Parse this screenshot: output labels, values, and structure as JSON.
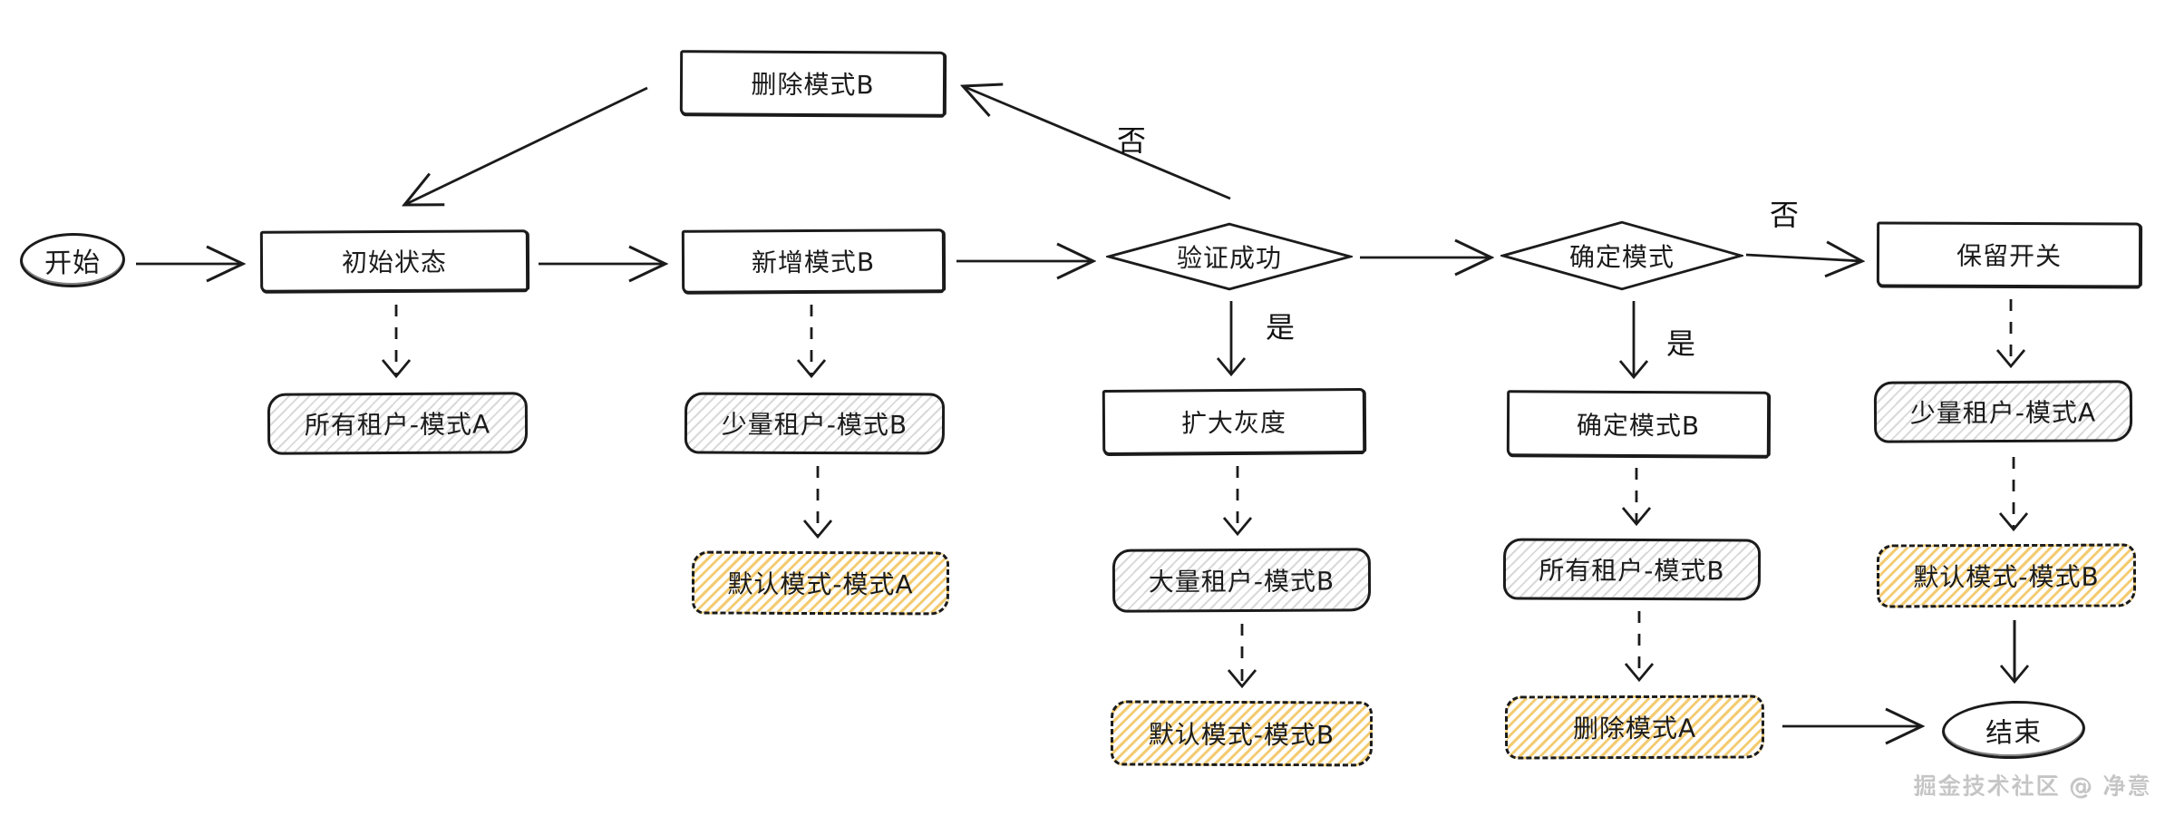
{
  "canvas": {
    "background": "#ffffff",
    "ink_color": "#1b1b1b",
    "gray_hatch_color": "#d9d9d9",
    "yellow_hatch_color": "#f3cb70"
  },
  "nodes": {
    "start": {
      "label": "开始",
      "shape": "ellipse"
    },
    "initial_state": {
      "label": "初始状态",
      "shape": "rect"
    },
    "delete_mode_b": {
      "label": "删除模式B",
      "shape": "rect"
    },
    "add_mode_b": {
      "label": "新增模式B",
      "shape": "rect"
    },
    "validate_success": {
      "label": "验证成功",
      "shape": "diamond"
    },
    "confirm_mode": {
      "label": "确定模式",
      "shape": "diamond"
    },
    "keep_switch": {
      "label": "保留开关",
      "shape": "rect"
    },
    "all_tenants_mode_a": {
      "label": "所有租户-模式A",
      "shape": "rounded-hatch-gray"
    },
    "few_tenants_mode_b": {
      "label": "少量租户-模式B",
      "shape": "rounded-hatch-gray"
    },
    "expand_gray": {
      "label": "扩大灰度",
      "shape": "rect"
    },
    "confirm_mode_b": {
      "label": "确定模式B",
      "shape": "rect"
    },
    "few_tenants_mode_a": {
      "label": "少量租户-模式A",
      "shape": "rounded-hatch-gray"
    },
    "default_mode_a": {
      "label": "默认模式-模式A",
      "shape": "rounded-hatch-yellow-dashed"
    },
    "many_tenants_mode_b": {
      "label": "大量租户-模式B",
      "shape": "rounded-hatch-gray"
    },
    "all_tenants_mode_b": {
      "label": "所有租户-模式B",
      "shape": "rounded-hatch-gray"
    },
    "default_mode_b_right": {
      "label": "默认模式-模式B",
      "shape": "rounded-hatch-yellow-dashed"
    },
    "default_mode_b_mid": {
      "label": "默认模式-模式B",
      "shape": "rounded-hatch-yellow-dashed"
    },
    "delete_mode_a": {
      "label": "删除模式A",
      "shape": "rounded-hatch-yellow-dashed"
    },
    "end": {
      "label": "结束",
      "shape": "ellipse"
    }
  },
  "edge_labels": {
    "validate_no": "否",
    "validate_yes": "是",
    "confirm_no": "否",
    "confirm_yes": "是"
  },
  "watermark": {
    "text": "掘金技术社区 @ 净意"
  }
}
